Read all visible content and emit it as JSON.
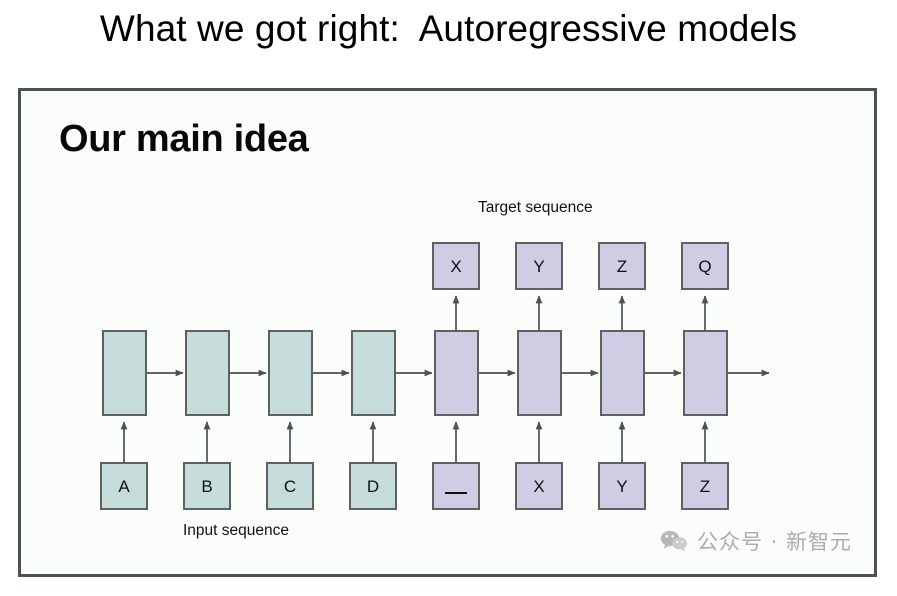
{
  "slide": {
    "title": "What we got right:  Autoregressive models",
    "section_heading": "Our main idea"
  },
  "diagram": {
    "type": "autoregressive-rnn-unrolled",
    "target_caption": "Target sequence",
    "input_caption": "Input sequence",
    "colors": {
      "encoder_fill": "#c6dcdb",
      "decoder_fill": "#cfcce4",
      "box_border": "#5c6260",
      "arrow": "#4a5350",
      "frame_border": "#4a5350"
    },
    "target_tokens": [
      {
        "label": "X",
        "tone": "purple"
      },
      {
        "label": "Y",
        "tone": "purple"
      },
      {
        "label": "Z",
        "tone": "purple"
      },
      {
        "label": "Q",
        "tone": "purple"
      }
    ],
    "cells": [
      {
        "tone": "teal"
      },
      {
        "tone": "teal"
      },
      {
        "tone": "teal"
      },
      {
        "tone": "teal"
      },
      {
        "tone": "purple"
      },
      {
        "tone": "purple"
      },
      {
        "tone": "purple"
      },
      {
        "tone": "purple"
      }
    ],
    "input_tokens": [
      {
        "label": "A",
        "tone": "teal"
      },
      {
        "label": "B",
        "tone": "teal"
      },
      {
        "label": "C",
        "tone": "teal"
      },
      {
        "label": "D",
        "tone": "teal"
      },
      {
        "label": "_",
        "tone": "purple",
        "is_blank": true
      },
      {
        "label": "X",
        "tone": "purple"
      },
      {
        "label": "Y",
        "tone": "purple"
      },
      {
        "label": "Z",
        "tone": "purple"
      }
    ]
  },
  "watermark": {
    "icon": "wechat-icon",
    "text": "公众号 · 新智元"
  }
}
